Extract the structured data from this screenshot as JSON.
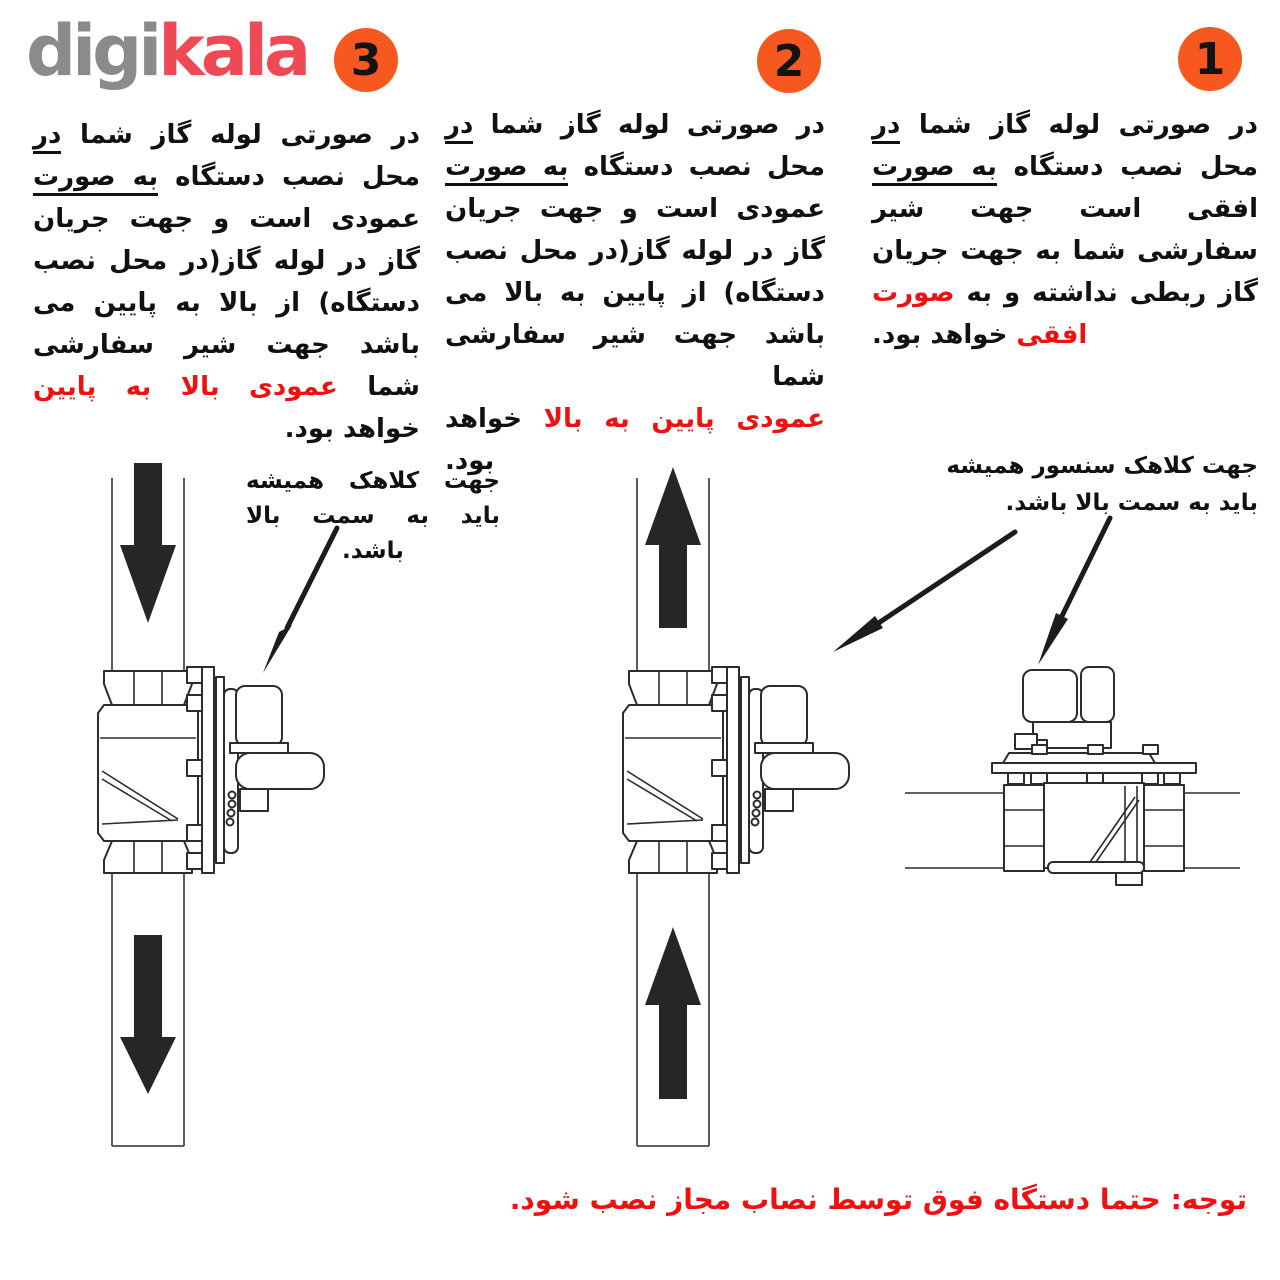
{
  "logo": {
    "digi": "digi",
    "kala": "kala"
  },
  "colors": {
    "accent_orange": "#f7581f",
    "text_red": "#f01011",
    "brand_pink": "#ef4956",
    "logo_gray": "#8b8b8b"
  },
  "sections": [
    {
      "step": "1",
      "full_text": "در صورتی لوله گاز شما در محل نصب دستگاه به صورت افقی است جهت شیر سفارشی شما به جهت جریان گاز ربطی نداشته و به صورت افقی خواهد بود.",
      "lines": [
        {
          "segs": [
            {
              "t": "در صورتی لوله گاز شما ",
              "s": "n"
            },
            {
              "t": "در",
              "s": "u"
            }
          ]
        },
        {
          "segs": [
            {
              "t": "محل نصب دستگاه ",
              "s": "n"
            },
            {
              "t": "به صورت",
              "s": "u"
            }
          ]
        },
        {
          "segs": [
            {
              "t": "افقی است جهت شیر",
              "s": "n"
            }
          ]
        },
        {
          "segs": [
            {
              "t": "سفارشی شما به جهت جریان",
              "s": "n"
            }
          ]
        },
        {
          "segs": [
            {
              "t": "گاز ربطی نداشته و به ",
              "s": "n"
            },
            {
              "t": "صورت",
              "s": "r"
            }
          ]
        },
        {
          "align": "l",
          "segs": [
            {
              "t": "افقی",
              "s": "r"
            },
            {
              "t": " خواهد بود.",
              "s": "n"
            }
          ]
        }
      ]
    },
    {
      "step": "2",
      "full_text": "در صورتی لوله گاز شما در محل نصب دستگاه به صورت عمودی است و جهت جریان گاز در لوله گاز(در محل نصب دستگاه) از پایین به بالا می باشد جهت شیر سفارشی شما عمودی پایین به بالا خواهد بود.",
      "lines": [
        {
          "segs": [
            {
              "t": "در صورتی لوله گاز شما ",
              "s": "n"
            },
            {
              "t": "در",
              "s": "u"
            }
          ]
        },
        {
          "segs": [
            {
              "t": "محل نصب دستگاه ",
              "s": "n"
            },
            {
              "t": "به صورت",
              "s": "u"
            }
          ]
        },
        {
          "segs": [
            {
              "t": "عمودی است و جهت جریان",
              "s": "n"
            }
          ]
        },
        {
          "segs": [
            {
              "t": "گاز در لوله گاز(در محل نصب",
              "s": "n"
            }
          ]
        },
        {
          "segs": [
            {
              "t": "دستگاه) از پایین به بالا می",
              "s": "n"
            }
          ]
        },
        {
          "segs": [
            {
              "t": "باشد جهت شیر سفارشی شما",
              "s": "n"
            }
          ]
        },
        {
          "segs": [
            {
              "t": "عمودی پایین به بالا",
              "s": "r"
            },
            {
              "t": " خواهد",
              "s": "n"
            }
          ]
        },
        {
          "align": "l",
          "segs": [
            {
              "t": "بود.",
              "s": "n"
            }
          ]
        }
      ]
    },
    {
      "step": "3",
      "full_text": "در صورتی لوله گاز شما در محل نصب دستگاه به صورت عمودی است و جهت جریان گاز در لوله گاز(در محل نصب دستگاه) از بالا به پایین می باشد جهت شیر سفارشی شما عمودی بالا به پایین خواهد بود.",
      "lines": [
        {
          "segs": [
            {
              "t": "در صورتی لوله گاز شما ",
              "s": "n"
            },
            {
              "t": "در",
              "s": "u"
            }
          ]
        },
        {
          "segs": [
            {
              "t": "محل نصب دستگاه ",
              "s": "n"
            },
            {
              "t": "به صورت",
              "s": "u"
            }
          ]
        },
        {
          "segs": [
            {
              "t": "عمودی است و جهت جریان",
              "s": "n"
            }
          ]
        },
        {
          "segs": [
            {
              "t": "گاز در لوله گاز(در محل نصب",
              "s": "n"
            }
          ]
        },
        {
          "segs": [
            {
              "t": "دستگاه) از بالا به پایین می",
              "s": "n"
            }
          ]
        },
        {
          "segs": [
            {
              "t": "باشد جهت شیر سفارشی",
              "s": "n"
            }
          ]
        },
        {
          "segs": [
            {
              "t": "شما ",
              "s": "n"
            },
            {
              "t": "عمودی بالا به پایین",
              "s": "r"
            }
          ]
        },
        {
          "align": "ri",
          "segs": [
            {
              "t": "خواهد بود.",
              "s": "n"
            }
          ]
        }
      ]
    }
  ],
  "annotations": {
    "left": {
      "full_text": "جهت کلاهک همیشه باید به سمت بالا باشد.",
      "lines": [
        {
          "segs": [
            {
              "t": "جهت کلاهک همیشه",
              "s": "n"
            }
          ]
        },
        {
          "segs": [
            {
              "t": "باید به سمت بالا",
              "s": "n"
            }
          ]
        },
        {
          "align": "c",
          "segs": [
            {
              "t": "باشد.",
              "s": "n"
            }
          ]
        }
      ]
    },
    "right": {
      "full_text": "جهت کلاهک سنسور همیشه باید به سمت بالا باشد.",
      "lines": [
        {
          "align": "r",
          "segs": [
            {
              "t": "جهت کلاهک سنسور همیشه",
              "s": "n"
            }
          ]
        },
        {
          "align": "r",
          "segs": [
            {
              "t": "باید به سمت بالا باشد.",
              "s": "n"
            }
          ]
        }
      ]
    }
  },
  "warning_note": "توجه: حتما دستگاه فوق توسط نصاب مجاز نصب شود."
}
